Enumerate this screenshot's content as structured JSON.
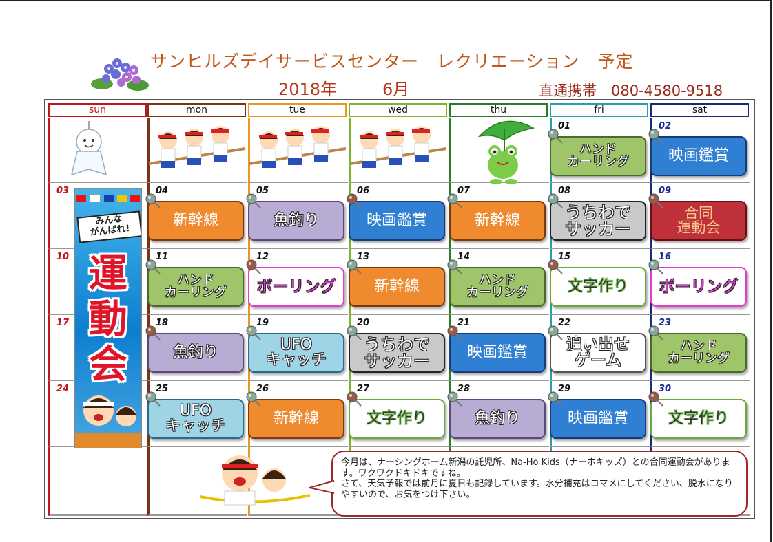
{
  "title": "サンヒルズデイサービスセンター　レクリエーション　予定",
  "year": "2018年",
  "month": "6月",
  "phone": "直通携帯　080-4580-9518",
  "days": [
    "sun",
    "mon",
    "tue",
    "wed",
    "thu",
    "fri",
    "sat"
  ],
  "day_colors": [
    "#c0161c",
    "#7a3414",
    "#e99a1c",
    "#7db42c",
    "#2c7a2a",
    "#27a0ab",
    "#1a2a7a"
  ],
  "dates": {
    "d01": "01",
    "d02": "02",
    "d03": "03",
    "d04": "04",
    "d05": "05",
    "d06": "06",
    "d07": "07",
    "d08": "08",
    "d09": "09",
    "d10": "10",
    "d11": "11",
    "d12": "12",
    "d13": "13",
    "d14": "14",
    "d15": "15",
    "d16": "16",
    "d17": "17",
    "d18": "18",
    "d19": "19",
    "d20": "20",
    "d21": "21",
    "d22": "22",
    "d23": "23",
    "d24": "24",
    "d25": "25",
    "d26": "26",
    "d27": "27",
    "d28": "28",
    "d29": "29",
    "d30": "30"
  },
  "events": {
    "e01": "ハンド\nカーリング",
    "e02": "映画鑑賞",
    "e04": "新幹線",
    "e05": "魚釣り",
    "e06": "映画鑑賞",
    "e07": "新幹線",
    "e08": "うちわで\nサッカー",
    "e09": "合同\n運動会",
    "e11": "ハンド\nカーリング",
    "e12": "ボーリング",
    "e13": "新幹線",
    "e14": "ハンド\nカーリング",
    "e15": "文字作り",
    "e16": "ボーリング",
    "e18": "魚釣り",
    "e19": "UFO\nキャッチ",
    "e20": "うちわで\nサッカー",
    "e21": "映画鑑賞",
    "e22": "追い出せ\nゲーム",
    "e23": "ハンド\nカーリング",
    "e25": "UFO\nキャッチ",
    "e26": "新幹線",
    "e27": "文字作り",
    "e28": "魚釣り",
    "e29": "映画鑑賞",
    "e30": "文字作り"
  },
  "banner": {
    "sub": "みんな\nがんばれ!",
    "kanji": [
      "運",
      "動",
      "会"
    ]
  },
  "note": {
    "line1": "今月は、ナーシングホーム新潟の託児所、Na-Ho Kids（ナーホキッズ）との合同運動会があります。ワクワクドキドキですね。",
    "line2": "さて、天気予報では前月に夏日も記録しています。水分補充はコマメにしてください、脱水になりやすいので、お気をつけ下さい。"
  },
  "colors": {
    "orange": "#f08a2e",
    "purple": "#b8acd4",
    "blue": "#2f7fd2",
    "green": "#9fc46a",
    "white": "#ffffff",
    "red": "#c0303a",
    "lightblue": "#9fd3e6",
    "gray": "#c9c9c9",
    "magenta": "#e23bd6",
    "accent": "#c0561a"
  },
  "icons": [
    "hydrangea-icon",
    "teru-teru-bozu-icon",
    "tug-of-war-children-icon",
    "frog-with-leaf-icon",
    "push-pin-icon",
    "running-children-icon",
    "sports-day-banner-icon"
  ]
}
